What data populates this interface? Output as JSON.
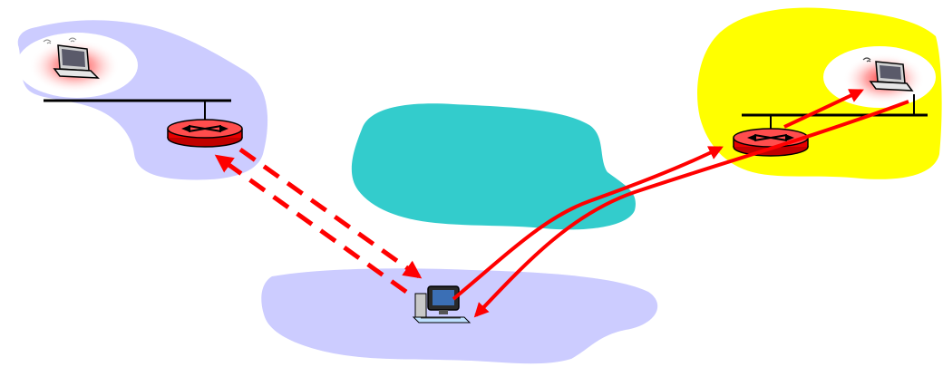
{
  "diagram": {
    "description_free": true,
    "colors": {
      "home_network": "#ccccff",
      "foreign_network": "#ffff00",
      "wide_area_network": "#33cccc",
      "correspondent_network": "#ccccff",
      "mobile_glow": "#ff2a2a",
      "router_body": "#e60000",
      "link_line": "#000000",
      "arrow": "#ff0000"
    },
    "icons": {
      "home_laptop": "laptop-icon",
      "foreign_laptop": "laptop-icon",
      "home_router": "router-icon",
      "foreign_router": "router-icon",
      "correspondent_host": "desktop-computer-icon"
    },
    "arrows": {
      "dashed_pair": {
        "style": "dashed",
        "count": 2
      },
      "solid_paths": {
        "style": "solid",
        "count": 3
      }
    }
  }
}
